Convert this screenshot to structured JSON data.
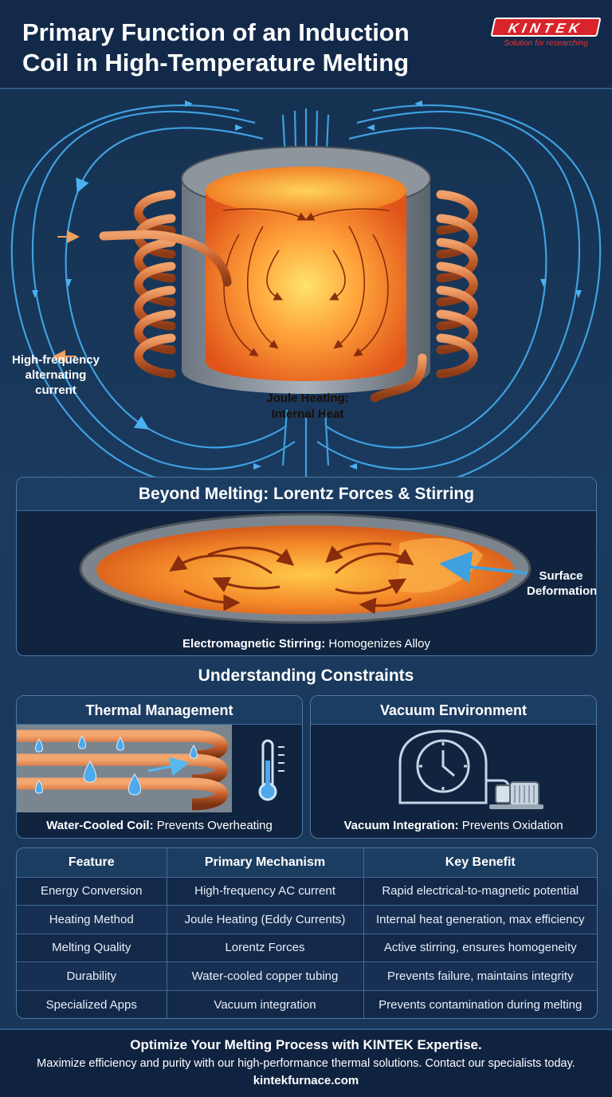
{
  "header": {
    "title_line1": "Primary Function of an Induction",
    "title_line2": "Coil in High-Temperature Melting",
    "logo_text": "KINTEK",
    "logo_tagline": "Solution for researching"
  },
  "hero": {
    "current_label": "High-frequency alternating current",
    "core_label_line1": "Joule Heating:",
    "core_label_line2": "Internal Heat"
  },
  "lorentz": {
    "heading": "Beyond Melting: Lorentz Forces & Stirring",
    "callout": "Surface Deformation",
    "caption_bold": "Electromagnetic Stirring:",
    "caption_rest": " Homogenizes Alloy"
  },
  "constraints": {
    "heading": "Understanding Constraints",
    "thermal": {
      "heading": "Thermal Management",
      "caption_bold": "Water-Cooled Coil:",
      "caption_rest": " Prevents Overheating"
    },
    "vacuum": {
      "heading": "Vacuum Environment",
      "caption_bold": "Vacuum Integration:",
      "caption_rest": " Prevents Oxidation"
    }
  },
  "table": {
    "headers": [
      "Feature",
      "Primary Mechanism",
      "Key Benefit"
    ],
    "rows": [
      [
        "Energy Conversion",
        "High-frequency AC current",
        "Rapid electrical-to-magnetic potential"
      ],
      [
        "Heating Method",
        "Joule Heating (Eddy Currents)",
        "Internal heat generation, max efficiency"
      ],
      [
        "Melting Quality",
        "Lorentz Forces",
        "Active stirring, ensures homogeneity"
      ],
      [
        "Durability",
        "Water-cooled copper tubing",
        "Prevents failure, maintains integrity"
      ],
      [
        "Specialized Apps",
        "Vacuum integration",
        "Prevents contamination during melting"
      ]
    ]
  },
  "footer": {
    "headline": "Optimize Your Melting Process with KINTEK Expertise.",
    "body": "Maximize efficiency and purity with our high-performance thermal solutions. Contact our specialists today.",
    "url": "kintekfurnace.com"
  },
  "colors": {
    "background": "#17304f",
    "field_lines": "#3fa0e0",
    "copper": "#c8602c",
    "melt": "#f47a1e",
    "accent_red": "#d9242b"
  },
  "icons": [
    "magnetic-field-icon",
    "thermometer-icon",
    "water-drop-icon",
    "clock-gauge-icon",
    "vacuum-pump-icon"
  ]
}
